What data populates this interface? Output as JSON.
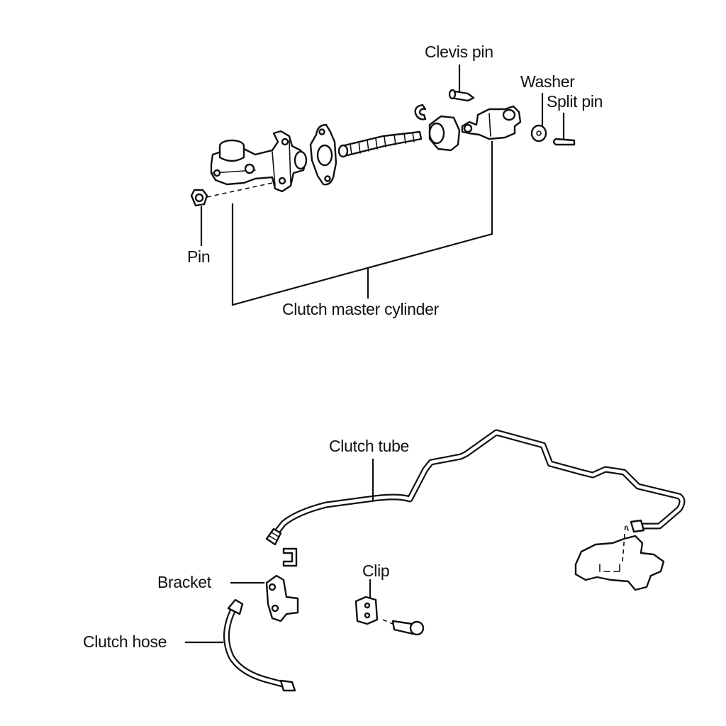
{
  "top_group": {
    "clevis_pin": "Clevis pin",
    "washer": "Washer",
    "split_pin": "Split pin",
    "pin": "Pin",
    "clutch_master_cylinder": "Clutch master cylinder"
  },
  "bottom_group": {
    "clutch_tube": "Clutch tube",
    "clip": "Clip",
    "bracket": "Bracket",
    "clutch_hose": "Clutch hose"
  }
}
